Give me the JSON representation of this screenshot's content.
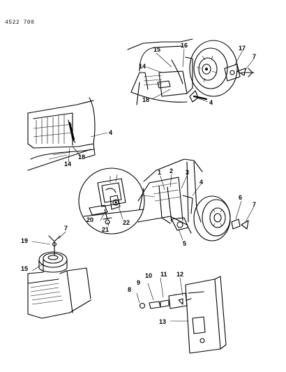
{
  "reference_code": "4522 700",
  "callouts": [
    {
      "id": "c15a",
      "text": "15"
    },
    {
      "id": "c16",
      "text": "16"
    },
    {
      "id": "c17",
      "text": "17"
    },
    {
      "id": "c7a",
      "text": "7"
    },
    {
      "id": "c14a",
      "text": "14"
    },
    {
      "id": "c18a",
      "text": "18"
    },
    {
      "id": "c4a",
      "text": "4"
    },
    {
      "id": "c4b",
      "text": "4"
    },
    {
      "id": "c18b",
      "text": "18"
    },
    {
      "id": "c14b",
      "text": "14"
    },
    {
      "id": "c1",
      "text": "1"
    },
    {
      "id": "c2",
      "text": "2"
    },
    {
      "id": "c3",
      "text": "3"
    },
    {
      "id": "c4c",
      "text": "4"
    },
    {
      "id": "c6",
      "text": "6"
    },
    {
      "id": "c7b",
      "text": "7"
    },
    {
      "id": "c20",
      "text": "20"
    },
    {
      "id": "c21",
      "text": "21"
    },
    {
      "id": "c22",
      "text": "22"
    },
    {
      "id": "c5",
      "text": "5"
    },
    {
      "id": "c7c",
      "text": "7"
    },
    {
      "id": "c19",
      "text": "19"
    },
    {
      "id": "c15b",
      "text": "15"
    },
    {
      "id": "c10",
      "text": "10"
    },
    {
      "id": "c11",
      "text": "11"
    },
    {
      "id": "c12",
      "text": "12"
    },
    {
      "id": "c8",
      "text": "8"
    },
    {
      "id": "c9",
      "text": "9"
    },
    {
      "id": "c13",
      "text": "13"
    }
  ]
}
